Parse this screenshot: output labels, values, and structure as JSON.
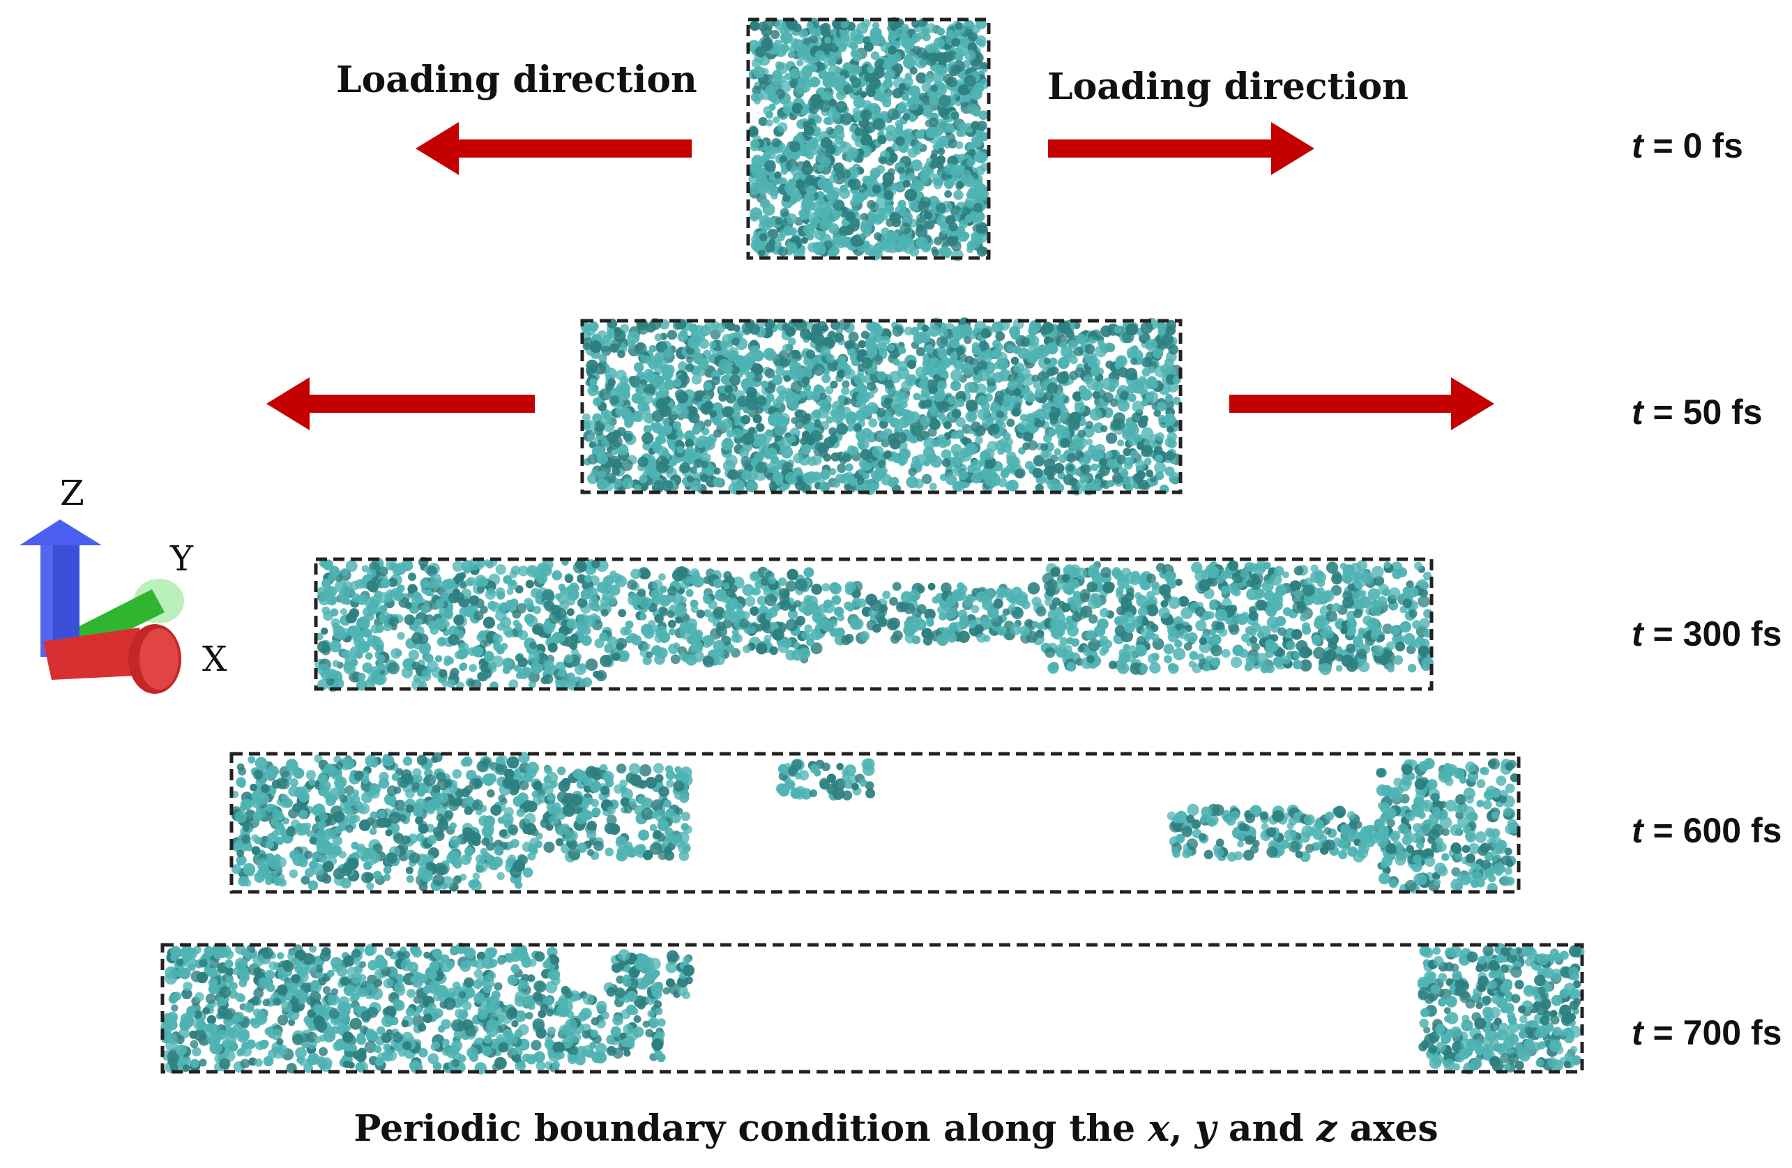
{
  "loading_left": "Loading direction",
  "loading_right": "Loading direction",
  "snapshots": [
    {
      "time": "0 fs"
    },
    {
      "time": "50 fs"
    },
    {
      "time": "300 fs"
    },
    {
      "time": "600 fs"
    },
    {
      "time": "700 fs"
    }
  ],
  "time_var": "t",
  "time_eq": " = ",
  "caption": {
    "prefix": "Periodic boundary condition along the ",
    "x": "x",
    "sep1": ", ",
    "y": "y",
    "sep2": " and ",
    "z": "z",
    "suffix": " axes"
  },
  "axes": {
    "z": "Z",
    "y": "Y",
    "x": "X"
  },
  "colors": {
    "atom": "#4fb3b3",
    "atom_dark": "#2e7f80",
    "arrow": "#c40000",
    "box": "#222222"
  }
}
